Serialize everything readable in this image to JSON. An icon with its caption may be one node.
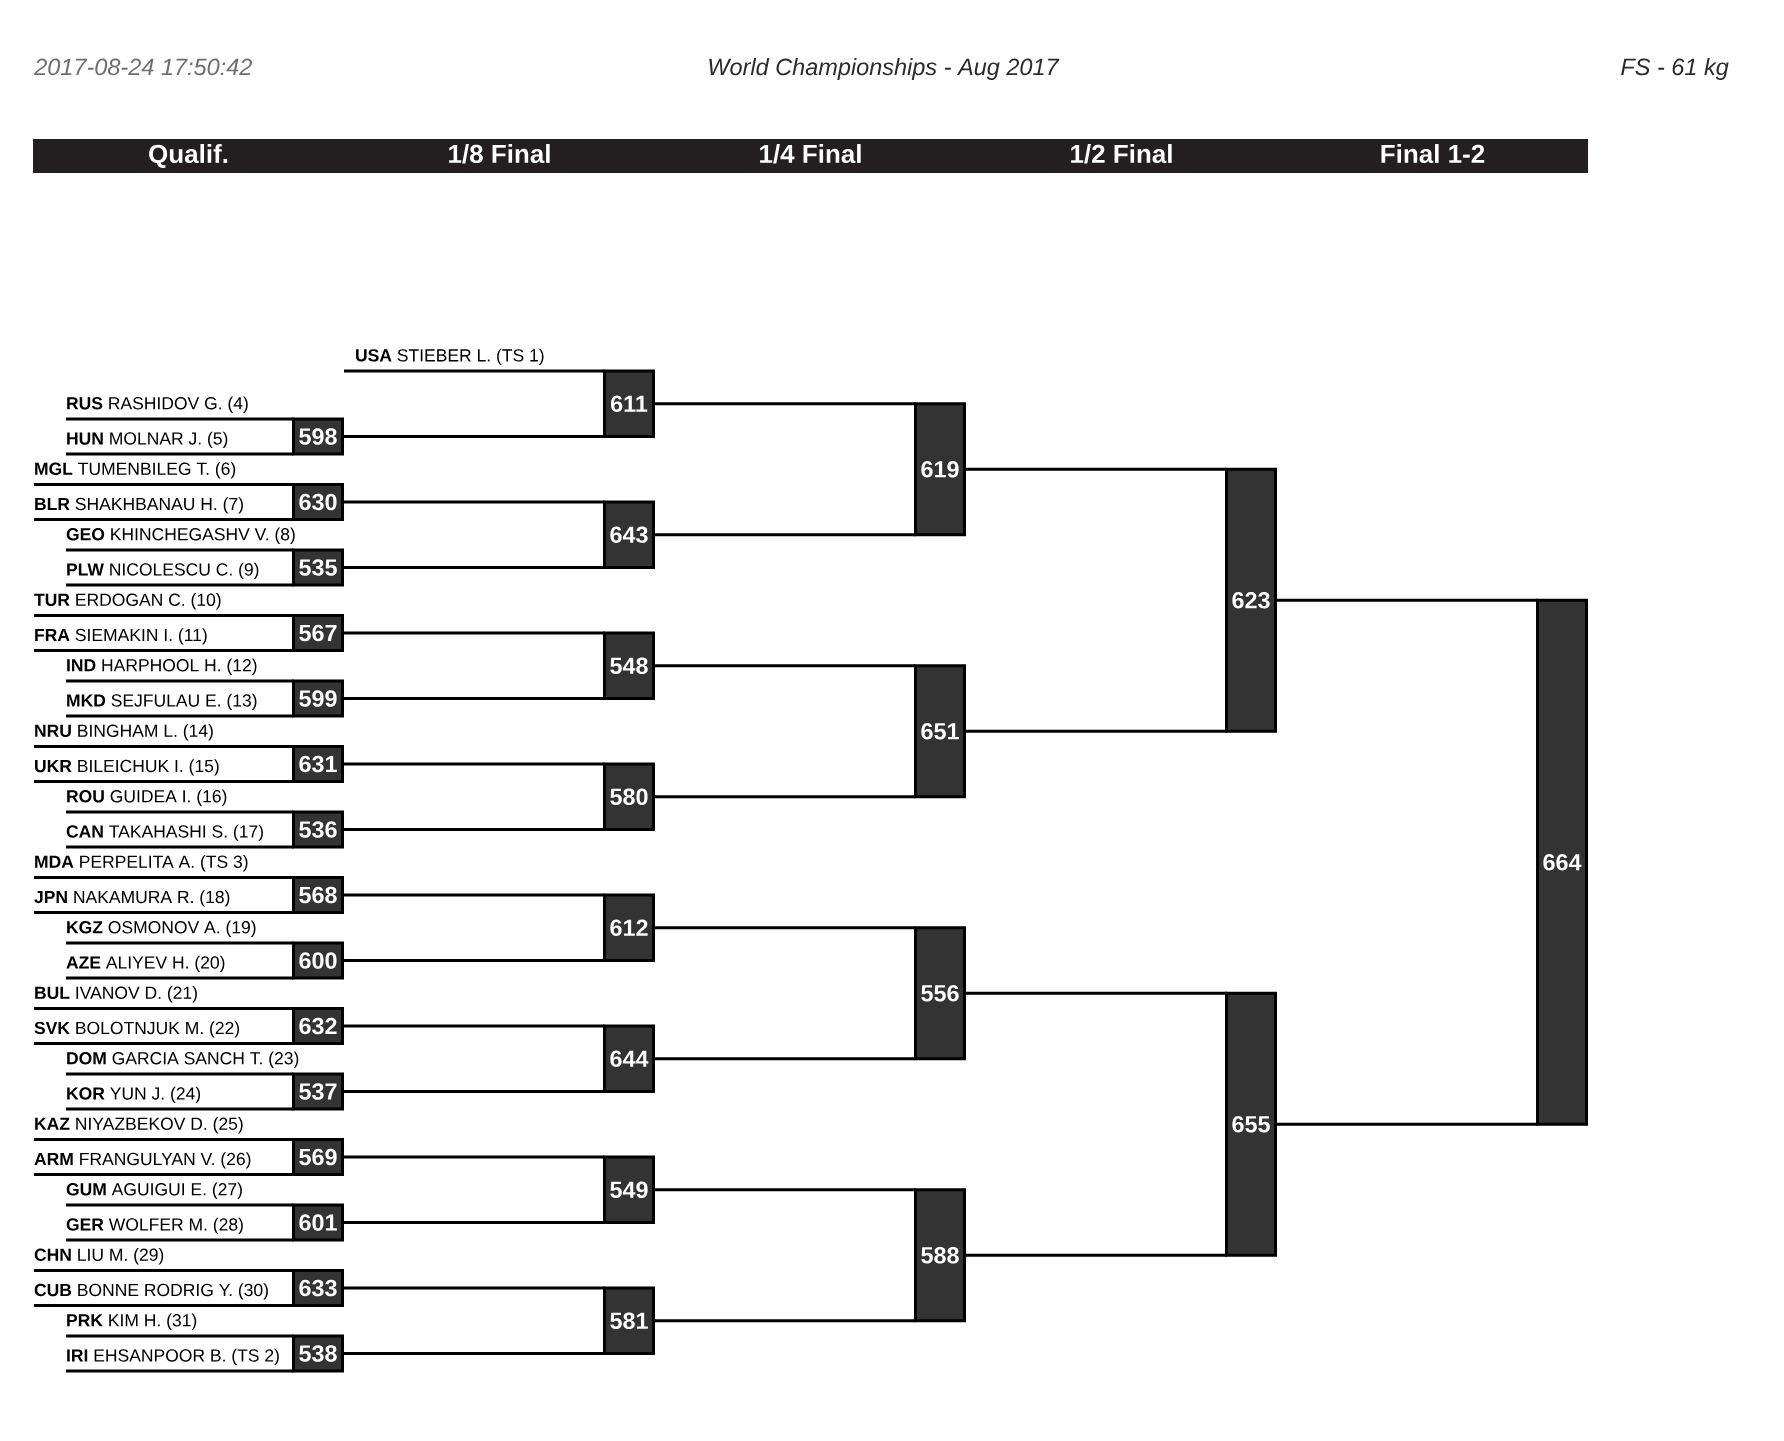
{
  "diagram": {
    "title": "World Championships - Aug 2017",
    "nodes": [
      {
        "text": [
          "Qualif.",
          "1/8 Final",
          "1/4 Final",
          "1/2 Final",
          "Final 1-2"
        ]
      },
      {
        "text": [
          "**USA** STIEBER L. (TS 1)"
        ]
      },
      {
        "text": [
          "**RUS** RASHIDOV G. (4)"
        ]
      },
      {
        "text": [
          "**HUN** MOLNAR J. (5)"
        ]
      },
      {
        "text": [
          "**MGL** TUMENBILEG T. (6)"
        ]
      },
      {
        "text": [
          "**BLR** SHAKHBANAU H. (7)"
        ]
      },
      {
        "text": [
          "**GEO** KHINCHEGASHV V. (8)"
        ]
      },
      {
        "text": [
          "**PLW** NICOLESCU C. (9)"
        ]
      },
      {
        "text": [
          "**TUR** ERDOGAN C. (10)"
        ]
      },
      {
        "text": [
          "**FRA** SIEMAKIN I. (11)"
        ]
      },
      {
        "text": [
          "**IND** HARPHOOL H. (12)"
        ]
      },
      {
        "text": [
          "**MKD** SEJFULAU E. (13)"
        ]
      },
      {
        "text": [
          "**NRU** BINGHAM L. (14)"
        ]
      },
      {
        "text": [
          "**UKR** BILEICHUK I. (15)"
        ]
      },
      {
        "text": [
          "**ROU** GUIDEA I. (16)"
        ]
      },
      {
        "text": [
          "**CAN** TAKAHASHI S. (17)"
        ]
      },
      {
        "text": [
          "**MDA** PERPELITA A. (TS 3)"
        ]
      },
      {
        "text": [
          "**JPN** NAKAMURA R. (18)"
        ]
      },
      {
        "text": [
          "**KGZ** OSMONOV A. (19)"
        ]
      },
      {
        "text": [
          "**AZE** ALIYEV H. (20)"
        ]
      },
      {
        "text": [
          "**BUL** IVANOV D. (21)"
        ]
      },
      {
        "text": [
          "**SVK** BOLOTNJUK M. (22)"
        ]
      },
      {
        "text": [
          "**DOM** GARCIA SANCH T. (23)"
        ]
      },
      {
        "text": [
          "**KOR** YUN J. (24)"
        ]
      },
      {
        "text": [
          "**KAZ** NIYAZBEKOV D. (25)"
        ]
      },
      {
        "text": [
          "**ARM** FRANGULYAN V. (26)"
        ]
      },
      {
        "text": [
          "**GUM** AGUIGUI E. (27)"
        ]
      },
      {
        "text": [
          "**GER** WOLFER M. (28)"
        ]
      },
      {
        "text": [
          "**CHN** LIU M. (29)"
        ]
      },
      {
        "text": [
          "**CUB** BONNE RODRIG Y. (30)"
        ]
      },
      {
        "text": [
          "**PRK** KIM H. (31)"
        ]
      },
      {
        "text": [
          "**IRI** EHSANPOOR B. (TS 2)"
        ]
      },
      {
        "text": [
          "598"
        ]
      },
      {
        "text": [
          "630"
        ]
      },
      {
        "text": [
          "535"
        ]
      },
      {
        "text": [
          "567"
        ]
      },
      {
        "text": [
          "599"
        ]
      },
      {
        "text": [
          "631"
        ]
      },
      {
        "text": [
          "536"
        ]
      },
      {
        "text": [
          "568"
        ]
      },
      {
        "text": [
          "600"
        ]
      },
      {
        "text": [
          "632"
        ]
      },
      {
        "text": [
          "537"
        ]
      },
      {
        "text": [
          "569"
        ]
      },
      {
        "text": [
          "601"
        ]
      },
      {
        "text": [
          "633"
        ]
      },
      {
        "text": [
          "538"
        ]
      },
      {
        "text": [
          "611"
        ]
      },
      {
        "text": [
          "643"
        ]
      },
      {
        "text": [
          "548"
        ]
      },
      {
        "text": [
          "580"
        ]
      },
      {
        "text": [
          "612"
        ]
      },
      {
        "text": [
          "644"
        ]
      },
      {
        "text": [
          "549"
        ]
      },
      {
        "text": [
          "581"
        ]
      },
      {
        "text": [
          "619"
        ]
      },
      {
        "text": [
          "651"
        ]
      },
      {
        "text": [
          "556"
        ]
      },
      {
        "text": [
          "588"
        ]
      },
      {
        "text": [
          "623"
        ]
      },
      {
        "text": [
          "655"
        ]
      },
      {
        "text": [
          "664"
        ]
      }
    ],
    "edges": [
      {
        "from": 1,
        "to": 47,
        "arrow": "none"
      },
      {
        "from": 2,
        "to": 32,
        "arrow": "none"
      },
      {
        "from": 3,
        "to": 32,
        "arrow": "none"
      },
      {
        "from": 4,
        "to": 33,
        "arrow": "none"
      },
      {
        "from": 5,
        "to": 33,
        "arrow": "none"
      },
      {
        "from": 6,
        "to": 34,
        "arrow": "none"
      },
      {
        "from": 7,
        "to": 34,
        "arrow": "none"
      },
      {
        "from": 8,
        "to": 35,
        "arrow": "none"
      },
      {
        "from": 9,
        "to": 35,
        "arrow": "none"
      },
      {
        "from": 10,
        "to": 36,
        "arrow": "none"
      },
      {
        "from": 11,
        "to": 36,
        "arrow": "none"
      },
      {
        "from": 12,
        "to": 37,
        "arrow": "none"
      },
      {
        "from": 13,
        "to": 37,
        "arrow": "none"
      },
      {
        "from": 14,
        "to": 38,
        "arrow": "none"
      },
      {
        "from": 15,
        "to": 38,
        "arrow": "none"
      },
      {
        "from": 16,
        "to": 39,
        "arrow": "none"
      },
      {
        "from": 17,
        "to": 39,
        "arrow": "none"
      },
      {
        "from": 18,
        "to": 40,
        "arrow": "none"
      },
      {
        "from": 19,
        "to": 40,
        "arrow": "none"
      },
      {
        "from": 20,
        "to": 41,
        "arrow": "none"
      },
      {
        "from": 21,
        "to": 41,
        "arrow": "none"
      },
      {
        "from": 22,
        "to": 42,
        "arrow": "none"
      },
      {
        "from": 23,
        "to": 42,
        "arrow": "none"
      },
      {
        "from": 24,
        "to": 43,
        "arrow": "none"
      },
      {
        "from": 25,
        "to": 43,
        "arrow": "none"
      },
      {
        "from": 26,
        "to": 44,
        "arrow": "none"
      },
      {
        "from": 27,
        "to": 44,
        "arrow": "none"
      },
      {
        "from": 28,
        "to": 45,
        "arrow": "none"
      },
      {
        "from": 29,
        "to": 45,
        "arrow": "none"
      },
      {
        "from": 30,
        "to": 46,
        "arrow": "none"
      },
      {
        "from": 31,
        "to": 46,
        "arrow": "none"
      },
      {
        "from": 32,
        "to": 47,
        "arrow": "none"
      },
      {
        "from": 33,
        "to": 48,
        "arrow": "none"
      },
      {
        "from": 34,
        "to": 48,
        "arrow": "none"
      },
      {
        "from": 35,
        "to": 49,
        "arrow": "none"
      },
      {
        "from": 36,
        "to": 49,
        "arrow": "none"
      },
      {
        "from": 37,
        "to": 50,
        "arrow": "none"
      },
      {
        "from": 38,
        "to": 50,
        "arrow": "none"
      },
      {
        "from": 39,
        "to": 51,
        "arrow": "none"
      },
      {
        "from": 40,
        "to": 51,
        "arrow": "none"
      },
      {
        "from": 41,
        "to": 52,
        "arrow": "none"
      },
      {
        "from": 42,
        "to": 52,
        "arrow": "none"
      },
      {
        "from": 43,
        "to": 53,
        "arrow": "none"
      },
      {
        "from": 44,
        "to": 53,
        "arrow": "none"
      },
      {
        "from": 45,
        "to": 54,
        "arrow": "none"
      },
      {
        "from": 46,
        "to": 54,
        "arrow": "none"
      },
      {
        "from": 47,
        "to": 55,
        "arrow": "none"
      },
      {
        "from": 48,
        "to": 55,
        "arrow": "none"
      },
      {
        "from": 49,
        "to": 56,
        "arrow": "none"
      },
      {
        "from": 50,
        "to": 56,
        "arrow": "none"
      },
      {
        "from": 51,
        "to": 57,
        "arrow": "none"
      },
      {
        "from": 52,
        "to": 57,
        "arrow": "none"
      },
      {
        "from": 53,
        "to": 58,
        "arrow": "none"
      },
      {
        "from": 54,
        "to": 58,
        "arrow": "none"
      },
      {
        "from": 55,
        "to": 59,
        "arrow": "none"
      },
      {
        "from": 56,
        "to": 59,
        "arrow": "none"
      },
      {
        "from": 57,
        "to": 60,
        "arrow": "none"
      },
      {
        "from": 58,
        "to": 60,
        "arrow": "none"
      },
      {
        "from": 59,
        "to": 61,
        "arrow": "none"
      },
      {
        "from": 60,
        "to": 61,
        "arrow": "none"
      }
    ],
    "labels": [
      "2017-08-24 17:50:42",
      "FS - 61 kg"
    ]
  }
}
